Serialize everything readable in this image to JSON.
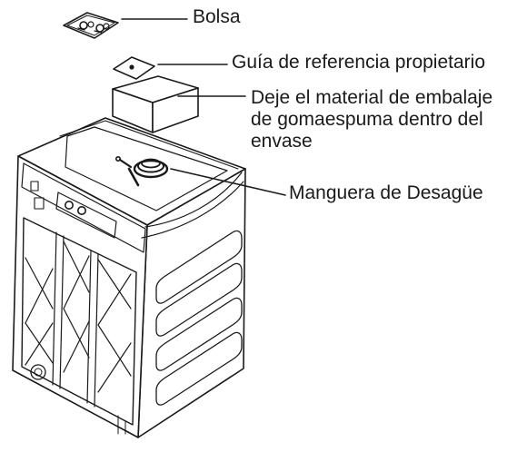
{
  "callouts": {
    "bolsa": "Bolsa",
    "guia": "Guía de referencia propietario",
    "espuma": {
      "line1": "Deje el material de embalaje",
      "line2": "de gomaespuma dentro del",
      "line3": "envase"
    },
    "manguera": "Manguera de Desagüe"
  },
  "colors": {
    "ink": "#1a1a1a",
    "background": "#ffffff"
  }
}
